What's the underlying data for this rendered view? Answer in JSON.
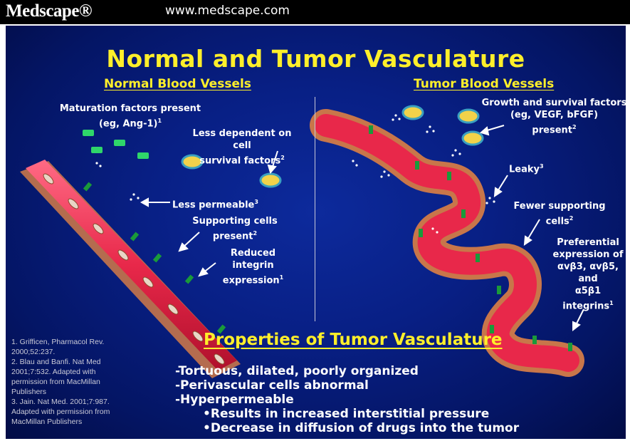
{
  "header": {
    "logo": "Medscape®",
    "url": "www.medscape.com"
  },
  "slide": {
    "title": "Normal and Tumor Vasculature",
    "normal_heading": "Normal Blood Vessels",
    "tumor_heading": "Tumor Blood Vessels",
    "normal_labels": {
      "maturation_1": "Maturation factors present",
      "maturation_2": "(eg, Ang-1)",
      "maturation_ref": "1",
      "survival_1": "Less dependent on cell",
      "survival_2": "survival factors",
      "survival_ref": "2",
      "permeable": "Less permeable",
      "permeable_ref": "3",
      "supporting_1": "Supporting cells",
      "supporting_2": "present",
      "supporting_ref": "2",
      "integrin_1": "Reduced integrin",
      "integrin_2": "expression",
      "integrin_ref": "1"
    },
    "tumor_labels": {
      "growth_1": "Growth and survival factors",
      "growth_2": "(eg, VEGF, bFGF)",
      "growth_3": "present",
      "growth_ref": "2",
      "leaky": "Leaky",
      "leaky_ref": "3",
      "fewer_1": "Fewer supporting",
      "fewer_2": "cells",
      "fewer_ref": "2",
      "pref_1": "Preferential",
      "pref_2": "expression of",
      "pref_3": "αvβ3, αvβ5, and",
      "pref_4": "α5β1 integrins",
      "pref_ref": "1"
    },
    "properties": {
      "title": "Properties of Tumor Vasculature",
      "items": [
        "-Tortuous, dilated, poorly organized",
        "-Perivascular cells abnormal",
        "-Hyperpermeable"
      ],
      "subitems": [
        "•Results in increased interstitial pressure",
        "•Decrease in diffusion of drugs into the tumor"
      ]
    },
    "references": [
      "1. Grifficen, Pharmacol Rev.",
      "2000;52:237.",
      "2. Blau and Banfi. Nat Med",
      "2001;7:532. Adapted with",
      "permission from MacMillan",
      "Publishers",
      "3. Jain. Nat Med. 2001;7:987.",
      "Adapted with permission from",
      "MacMillan Publishers"
    ],
    "colors": {
      "background": "#081f84",
      "title": "#ffef2a",
      "vessel": "#e8284a",
      "pericyte": "#c8764a",
      "integrin": "#1a9a3a",
      "factor": "#2fd66a"
    }
  }
}
